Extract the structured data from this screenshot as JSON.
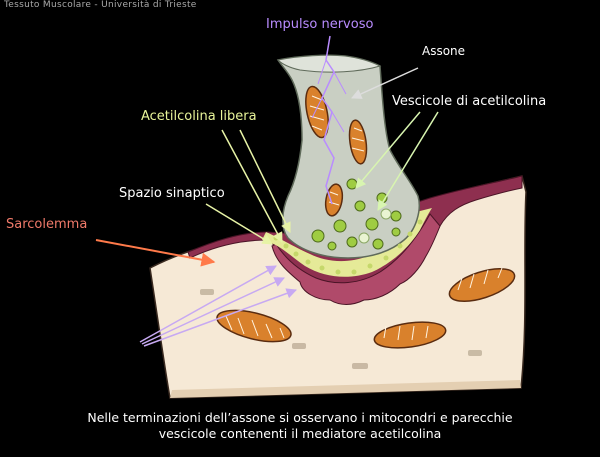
{
  "header": "Tessuto Muscolare - Università di Trieste",
  "labels": {
    "impulso": "Impulso nervoso",
    "assone": "Assone",
    "vescicole": "Vescicole  di acetilcolina",
    "acetilcolina_libera": "Acetilcolina libera",
    "spazio_sinaptico": "Spazio sinaptico",
    "sarcolemma": "Sarcolemma"
  },
  "caption": {
    "line1": "Nelle terminazioni dell’assone si osservano i mitocondri e parecchie",
    "line2": "vescicole contenenti il mediatore acetilcolina"
  },
  "colors": {
    "background": "#000000",
    "impulso": "#b98cff",
    "assone": "#ffffff",
    "vescicole": "#ffffff",
    "acetilcolina_libera": "#e9f59a",
    "spazio_sinaptico": "#ffffff",
    "sarcolemma": "#f07a6a",
    "muscle": "#f6e9d6",
    "membrane": "#8e2f4f",
    "axon": "#c9cfc3",
    "synaptic_space": "#e5ea98",
    "mito_fill": "#d9812c",
    "vesicle": "#9fcc42",
    "arrow_purple": "#c7a9f2",
    "arrow_yellow": "#e7f3a6"
  }
}
